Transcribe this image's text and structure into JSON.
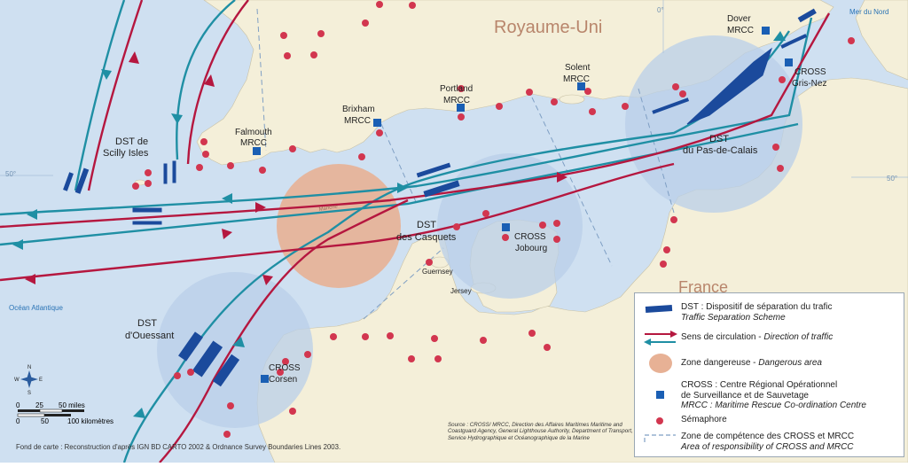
{
  "colors": {
    "sea": "#cfe0f1",
    "land": "#f4efd9",
    "france_land": "#f4efd9",
    "zone_circle": "#b9cfe8",
    "danger": "#e7b195",
    "teal": "#1f8fa4",
    "red": "#b5173f",
    "dst_blue": "#1b4a9c",
    "mrcc_blue": "#1a5fb4",
    "semaphore": "#d2364f",
    "dashed": "#7f9fc4"
  },
  "countries": {
    "uk": "Royaume-Uni",
    "france": "France"
  },
  "seas": {
    "north": "Mer du Nord",
    "atlantic": "Océan Atlantique"
  },
  "meridian": {
    "zero": "0°",
    "fifty_left": "50°",
    "fifty_right": "50°"
  },
  "dst": {
    "scilly": [
      "DST de",
      "Scilly Isles"
    ],
    "pas_de_calais": [
      "DST",
      "du Pas-de-Calais"
    ],
    "casquets": [
      "DST",
      "des Casquets"
    ],
    "ouessant": [
      "DST",
      "d'Ouessant"
    ]
  },
  "stations": {
    "dover": [
      "Dover",
      "MRCC"
    ],
    "gris_nez": [
      "CROSS",
      "Gris-Nez"
    ],
    "solent": [
      "Solent",
      "MRCC"
    ],
    "portland": [
      "Portland",
      "MRCC"
    ],
    "brixham": [
      "Brixham",
      "MRCC"
    ],
    "falmouth": [
      "Falmouth",
      "MRCC"
    ],
    "jobourg": [
      "CROSS",
      "Jobourg"
    ],
    "corsen": [
      "CROSS",
      "Corsen"
    ]
  },
  "islands": {
    "guernsey": "Guernsey",
    "jersey": "Jersey"
  },
  "danger_label": "Manche",
  "scale": {
    "miles": [
      "0",
      "25",
      "50 miles"
    ],
    "km": [
      "0",
      "50",
      "100 kilomètres"
    ]
  },
  "compass": {
    "n": "N",
    "s": "S",
    "e": "E",
    "w": "W"
  },
  "legend": {
    "dst": [
      "DST : Dispositif de séparation du trafic",
      "Traffic Separation Scheme"
    ],
    "direction": [
      "Sens de circulation - ",
      "Direction of traffic"
    ],
    "danger": [
      "Zone dangereuse - ",
      "Dangerous area"
    ],
    "cross": [
      "CROSS : Centre Régional Opérationnel",
      "de Surveillance et de Sauvetage",
      "MRCC : Maritime Rescue Co-ordination Centre"
    ],
    "semaphore": "Sémaphore",
    "zone": [
      "Zone de compétence des CROSS et MRCC",
      "Area of responsibility of CROSS and MRCC"
    ]
  },
  "source": "Source : CROSS/ MRCC, Direction des Affaires Maritimes Maritime and Coastguard Agency, General Lighthouse Authority, Department of Transport, Service Hydrographique et Océanographique de la Marine",
  "basemap": "Fond de carte : Reconstruction d'après IGN BD CARTO 2002 & Ordnance Survey  Boundaries Lines 2003."
}
